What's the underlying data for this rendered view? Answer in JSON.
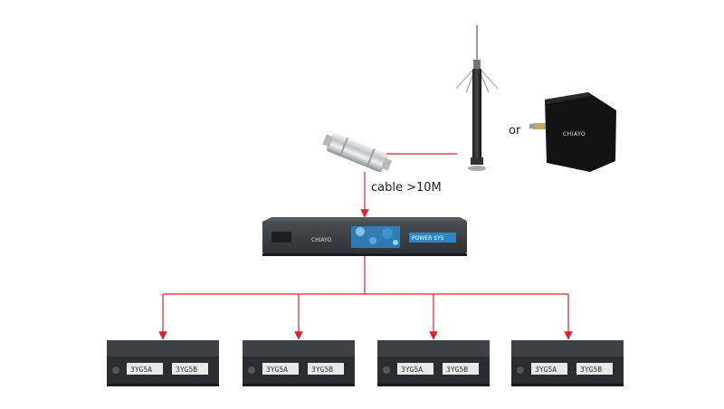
{
  "labels": {
    "or": "or",
    "cable": "cable >10M",
    "paddle_brand": "CHIAYO",
    "distributor_brand": "CHIAYO",
    "distributor_model": "POWER SYS"
  },
  "colors": {
    "connector": "#d9232d",
    "device_body": "#2a2d31",
    "distributor_accent": "#2f86c5",
    "receiver_display": "#e7e9ea"
  },
  "receivers": [
    {
      "display_a": "3YG5A",
      "display_b": "3YG5B"
    },
    {
      "display_a": "3YG5A",
      "display_b": "3YG5B"
    },
    {
      "display_a": "3YG5A",
      "display_b": "3YG5B"
    },
    {
      "display_a": "3YG5A",
      "display_b": "3YG5B"
    }
  ]
}
